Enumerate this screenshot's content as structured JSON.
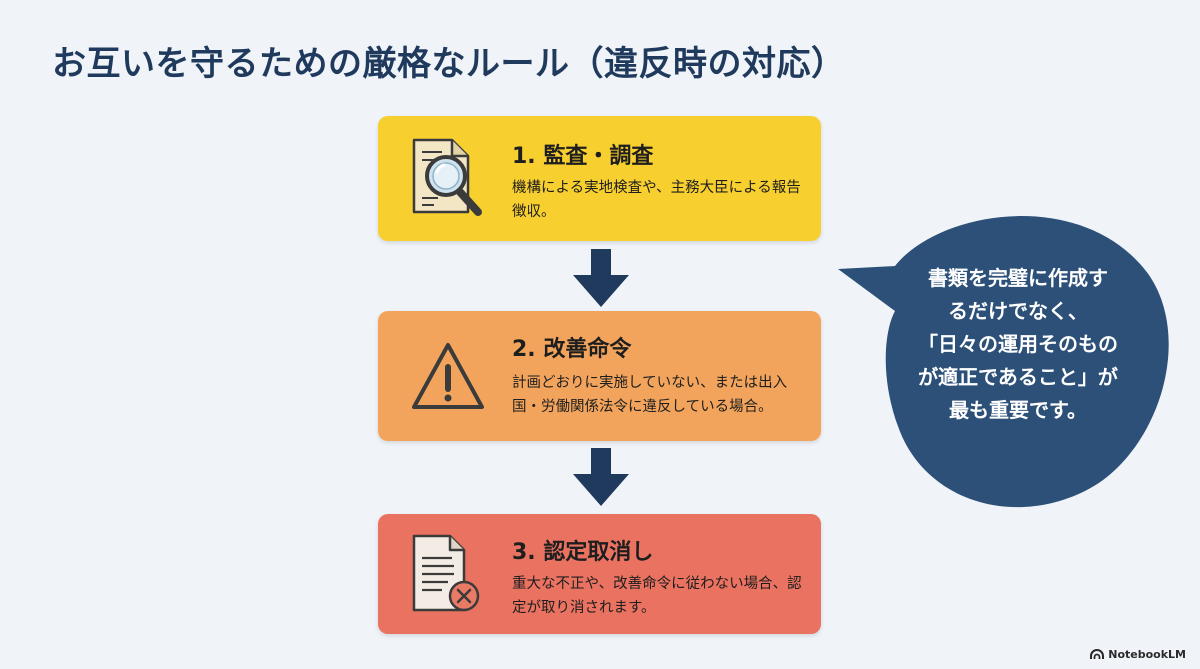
{
  "title": "お互いを守るための厳格なルール（違反時の対応）",
  "steps": [
    {
      "title": "1. 監査・調査",
      "desc": "機構による実地検査や、主務大臣による報告徴収。",
      "icon": "magnifier-document-icon",
      "color": "#f7cf2f"
    },
    {
      "title": "2. 改善命令",
      "desc": "計画どおりに実施していない、または出入国・労働関係法令に違反している場合。",
      "icon": "warning-triangle-icon",
      "color": "#f2a45c"
    },
    {
      "title": "3. 認定取消し",
      "desc": "重大な不正や、改善命令に従わない場合、認定が取り消されます。",
      "icon": "document-cancel-icon",
      "color": "#ea7261"
    }
  ],
  "bubble": {
    "lines": [
      "書類を完璧に作成す",
      "るだけでなく、",
      "「日々の運用そのもの",
      "が適正であること」が",
      "最も重要です。"
    ],
    "color": "#2c5078"
  },
  "brand": "NotebookLM"
}
